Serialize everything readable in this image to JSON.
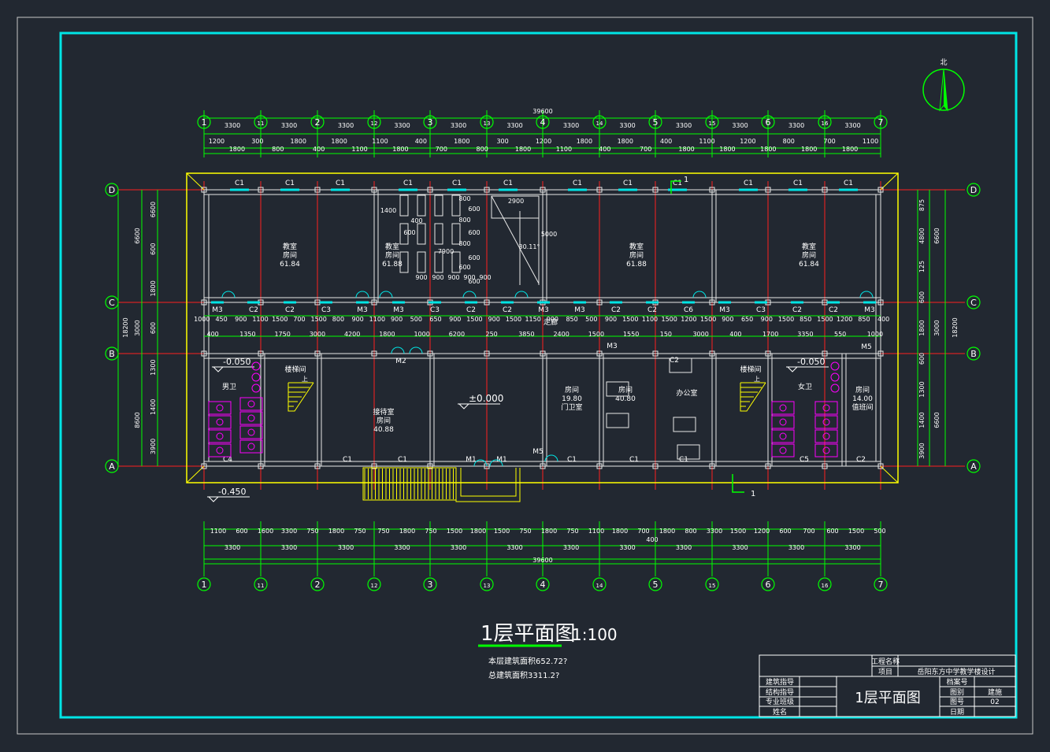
{
  "drawing": {
    "north_label": "北",
    "overall_width_dim": "39600",
    "overall_depth_dim": "18200",
    "title": "1层平面图",
    "scale": "1:100",
    "area_note_1": "本层建筑面积652.72?",
    "area_note_2": "总建筑面积3311.2?",
    "section_marker": "1"
  },
  "axes": {
    "columns": [
      "1",
      "1/1",
      "2",
      "1/2",
      "3",
      "1/3",
      "4",
      "1/4",
      "5",
      "1/5",
      "6",
      "1/6",
      "7"
    ],
    "rows": [
      "D",
      "C",
      "B",
      "A"
    ]
  },
  "dims": {
    "top_bays": [
      "3300",
      "3300",
      "3300",
      "3300",
      "3300",
      "3300",
      "3300",
      "3300",
      "3300",
      "3300",
      "3300",
      "3300"
    ],
    "top_detail": [
      "1200",
      "1800",
      "300",
      "800",
      "1800",
      "400",
      "1800",
      "1100",
      "1100",
      "1800",
      "400",
      "700",
      "1800",
      "800",
      "300",
      "1800",
      "1200",
      "1100",
      "1800",
      "400",
      "1800",
      "700",
      "400",
      "1800",
      "1100",
      "1800",
      "1200",
      "1800",
      "800",
      "1800",
      "700",
      "1800",
      "1100"
    ],
    "bottom_detail": [
      "1100",
      "600",
      "1600",
      "3300",
      "750",
      "1800",
      "750",
      "750",
      "1800",
      "750",
      "1500",
      "1800",
      "1500",
      "750",
      "1800",
      "750",
      "1100",
      "1800",
      "700",
      "1800",
      "800",
      "3300",
      "1500",
      "1200",
      "600",
      "700",
      "600",
      "1500",
      "500"
    ],
    "bottom_bays": [
      "3300",
      "3300",
      "3300",
      "3300",
      "3300",
      "3300",
      "3300",
      "3300",
      "3300",
      "3300",
      "3300",
      "3300"
    ],
    "bottom_extra": "400",
    "left_outer": [
      "6600",
      "3000",
      "8600"
    ],
    "left_inner": [
      "6600",
      "600",
      "1800",
      "600",
      "1300",
      "1400",
      "3900"
    ],
    "right_inner": [
      "875",
      "4800",
      "125",
      "600",
      "1800",
      "600",
      "1300",
      "1400",
      "3900"
    ],
    "right_outer": [
      "6600",
      "3000",
      "6600"
    ],
    "corridor_row1": [
      "1000",
      "450",
      "900",
      "1100",
      "1500",
      "700",
      "1500",
      "800",
      "900",
      "1100",
      "900",
      "500",
      "650",
      "900",
      "1500",
      "900",
      "1500",
      "1150",
      "900",
      "850",
      "500",
      "900",
      "1500",
      "1100",
      "1500",
      "1200",
      "1500",
      "900",
      "650",
      "900",
      "1500",
      "850",
      "1500",
      "1200",
      "850",
      "400"
    ],
    "corridor_row2": [
      "400",
      "1350",
      "1750",
      "3000",
      "4200",
      "1800",
      "1000",
      "6200",
      "250",
      "3850",
      "2400",
      "1500",
      "1550",
      "150",
      "3000",
      "400",
      "1700",
      "3350",
      "550",
      "1000"
    ]
  },
  "rooms": [
    {
      "name": "教室",
      "sub": "房间",
      "area": "61.84"
    },
    {
      "name": "教室",
      "sub": "房间",
      "area": "61.88"
    },
    {
      "name": "教室",
      "sub": "房间",
      "area": "61.88"
    },
    {
      "name": "教室",
      "sub": "房间",
      "area": "61.84"
    },
    {
      "name": "男卫",
      "sub": "",
      "area": ""
    },
    {
      "name": "楼梯间",
      "sub": "",
      "area": ""
    },
    {
      "name": "接待室",
      "sub": "房间",
      "area": "40.88"
    },
    {
      "name": "房间",
      "sub": "19.80",
      "area": "门卫室"
    },
    {
      "name": "房间",
      "sub": "40.80",
      "area": ""
    },
    {
      "name": "办公室",
      "sub": "",
      "area": ""
    },
    {
      "name": "楼梯间",
      "sub": "",
      "area": ""
    },
    {
      "name": "女卫",
      "sub": "",
      "area": ""
    },
    {
      "name": "房间",
      "sub": "14.00",
      "area": "值班间"
    },
    {
      "name": "走廊",
      "sub": "",
      "area": ""
    }
  ],
  "levels": [
    "-0.050",
    "±0.000",
    "-0.050",
    "-0.450"
  ],
  "stair_label": "上",
  "window_tags_top": [
    "C1",
    "C1",
    "C1",
    "C1",
    "C1",
    "C1",
    "C1",
    "C1",
    "C1",
    "C1",
    "C1",
    "C1"
  ],
  "corridor_tags": [
    "M3",
    "C2",
    "C2",
    "C3",
    "M3",
    "M3",
    "C3",
    "C2",
    "C2",
    "M3",
    "M3",
    "C2",
    "C2",
    "C6",
    "M3",
    "C3",
    "C2",
    "C2",
    "M3"
  ],
  "other_tags": [
    "M1",
    "M2",
    "M3",
    "M5",
    "M5",
    "M1",
    "M1",
    "C1",
    "C1",
    "C1",
    "C1",
    "C1",
    "C1",
    "C1",
    "C1",
    "C2",
    "C2",
    "C4",
    "C5",
    "C2",
    "C1",
    "M5"
  ],
  "classroom_dims": [
    "2900",
    "1400",
    "400",
    "600",
    "7900",
    "800",
    "600",
    "800",
    "600",
    "800",
    "900",
    "900",
    "900",
    "900",
    "900",
    "5000",
    "30.11°",
    "600",
    "600",
    "600"
  ],
  "title_block": {
    "project_name_label": "工程名称",
    "project_label": "项目",
    "project_value": "岳阳东方中学教学楼设计",
    "drawing_name": "1层平面图",
    "rows": [
      {
        "left": "建筑指导",
        "right_label": "档案号",
        "right_value": ""
      },
      {
        "left": "结构指导",
        "right_label": "图别",
        "right_value": "建施"
      },
      {
        "left": "专业班级",
        "right_label": "图号",
        "right_value": "02"
      },
      {
        "left": "姓名",
        "right_label": "日期",
        "right_value": ""
      }
    ]
  },
  "colors": {
    "background": "#222831",
    "frame": "#00e5e5",
    "axis_green": "#00ff00",
    "grid_red": "#ff2020",
    "wall_yellow": "#ffff00",
    "fixture_magenta": "#ff00ff"
  }
}
